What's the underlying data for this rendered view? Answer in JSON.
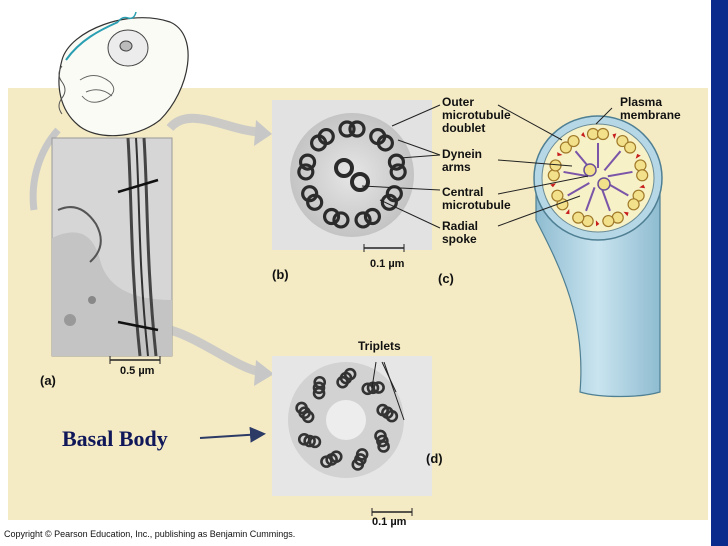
{
  "labels": {
    "a": "(a)",
    "b": "(b)",
    "c": "(c)",
    "d": "(d)",
    "scale_a": "0.5 µm",
    "scale_b": "0.1 µm",
    "scale_d": "0.1 µm",
    "outer_doublet": "Outer\nmicrotubule\ndoublet",
    "dynein": "Dynein\narms",
    "central": "Central\nmicrotubule",
    "radial": "Radial\nspoke",
    "plasma": "Plasma\nmembrane",
    "triplets": "Triplets",
    "basal_body": "Basal Body"
  },
  "copyright": "Copyright © Pearson Education, Inc., publishing as Benjamin Cummings.",
  "colors": {
    "panel_bg": "#f4ebc4",
    "side_bar": "#0a2a8c",
    "cilium_blue": "#a9cfe0",
    "dynein_red": "#c81e1e",
    "doublet_yellow": "#f2e08a",
    "spoke_purple": "#7a55a8"
  }
}
